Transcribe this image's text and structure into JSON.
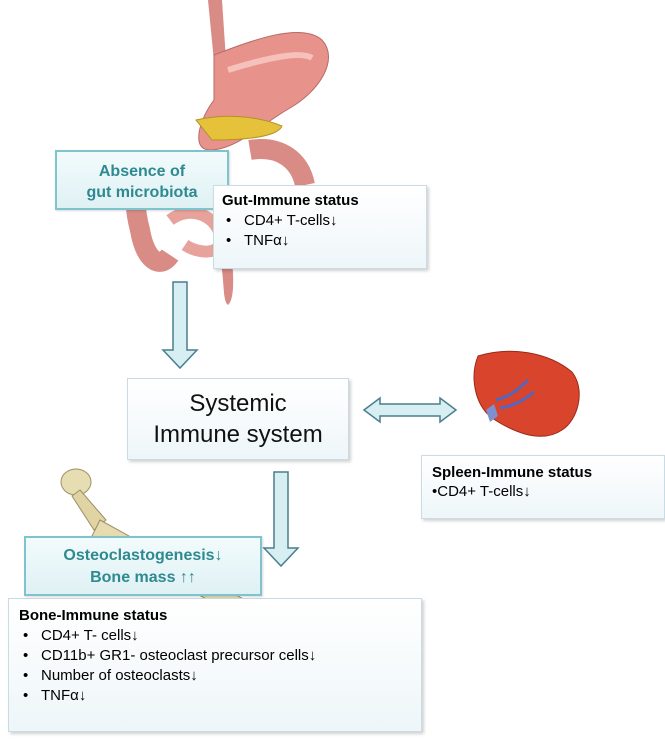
{
  "gut_box": {
    "line1": "Absence of",
    "line2": "gut microbiota"
  },
  "gut_status": {
    "title": "Gut-Immune status",
    "items": [
      "CD4+ T-cells↓",
      "TNFα↓"
    ]
  },
  "systemic": {
    "line1": "Systemic",
    "line2": "Immune system"
  },
  "spleen_status": {
    "title": "Spleen-Immune status",
    "item": "•CD4+ T-cells↓"
  },
  "bone_effect": {
    "line1": "Osteoclastogenesis↓",
    "line2": "Bone mass ↑↑"
  },
  "bone_status": {
    "title": "Bone-Immune status",
    "items": [
      "CD4+ T- cells↓",
      "CD11b+ GR1- osteoclast precursor cells↓",
      "Number of osteoclasts↓",
      "TNFα↓"
    ]
  },
  "colors": {
    "teal_text": "#2e8a90",
    "arrow_fill": "#d7eef3",
    "arrow_stroke": "#4a7f8c"
  },
  "icons": [
    "digestive-tract-illustration",
    "spleen-illustration",
    "femur-bone-illustration"
  ]
}
